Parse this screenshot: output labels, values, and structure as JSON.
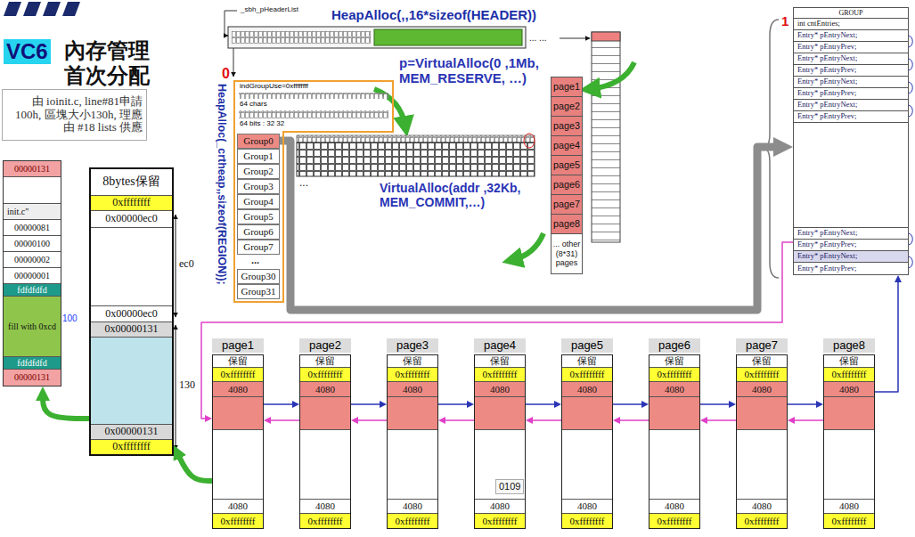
{
  "diagram": {
    "title": "內存管理 首次分配",
    "nodes": [
      {
        "text": [
          "由 ioinit.c, line#81申請 100h, 區塊大小130h, 理應由 #18 lists 供應"
        ]
      },
      {
        "text": [
          "00000131",
          "init.c\"",
          "00000081",
          "00000100",
          "00000002",
          "00000001",
          "fdfdfdfd",
          "fill with 0xcd",
          "fdfdfdfd",
          "00000131"
        ]
      },
      {
        "text": [
          "8bytes保留",
          "0xffffffff",
          "0x00000ec0",
          "0x00000ec0",
          "0x00000131",
          "0x00000131",
          "0xffffffff"
        ]
      },
      {
        "text": [
          "indGroupUse=0xffffffff",
          "64 chars",
          "64 bits : 32 32"
        ]
      },
      {
        "text": [
          "Group0"
        ],
        "in": 3
      },
      {
        "text": [
          "Group1"
        ],
        "in": 3
      },
      {
        "text": [
          "Group2"
        ],
        "in": 3
      },
      {
        "text": [
          "Group3"
        ],
        "in": 3
      },
      {
        "text": [
          "Group4"
        ],
        "in": 3
      },
      {
        "text": [
          "Group5"
        ],
        "in": 3
      },
      {
        "text": [
          "Group6"
        ],
        "in": 3
      },
      {
        "text": [
          "Group7"
        ],
        "in": 3
      },
      {
        "text": [
          "Group30"
        ],
        "in": 3
      },
      {
        "text": [
          "Group31"
        ],
        "in": 3
      },
      {
        "text": [
          "page1",
          "page2",
          "page3",
          "page4",
          "page5",
          "page6",
          "page7",
          "page8",
          "... other (8*31) pages"
        ]
      },
      {
        "text": [
          "GROUP",
          "int cntEntries;",
          "Entry* pEntryNext;",
          "Entry* pEntryPrev;",
          "Entry* pEntryNext;",
          "Entry* pEntryPrev;",
          "Entry* pEntryNext;",
          "Entry* pEntryPrev;",
          "Entry* pEntryNext;",
          "Entry* pEntryPrev;",
          "Entry* pEntryNext;",
          "Entry* pEntryPrev;",
          "Entry* pEntryNext;",
          "Entry* pEntryPrev;"
        ]
      },
      {
        "text": [
          "page1",
          "保留",
          "0xffffffff",
          "4080",
          "4080",
          "0xffffffff"
        ]
      },
      {
        "text": [
          "page2",
          "保留",
          "0xffffffff",
          "4080",
          "4080",
          "0xffffffff"
        ]
      },
      {
        "text": [
          "page3",
          "保留",
          "0xffffffff",
          "4080",
          "4080",
          "0xffffffff"
        ]
      },
      {
        "text": [
          "page4",
          "保留",
          "0xffffffff",
          "4080",
          "4080",
          "0xffffffff"
        ]
      },
      {
        "text": [
          "page5",
          "保留",
          "0xffffffff",
          "4080",
          "4080",
          "0xffffffff"
        ]
      },
      {
        "text": [
          "page6",
          "保留",
          "0xffffffff",
          "4080",
          "4080",
          "0xffffffff"
        ]
      },
      {
        "text": [
          "page7",
          "保留",
          "0xffffffff",
          "4080",
          "4080",
          "0xffffffff"
        ]
      },
      {
        "text": [
          "page8",
          "保留",
          "0xffffffff",
          "4080",
          "4080",
          "0xffffffff"
        ]
      }
    ],
    "edges": [
      {
        "from": 4,
        "to": 15,
        "arrow": "to"
      },
      {
        "from": 15,
        "to": 16,
        "arrow": "to"
      },
      {
        "from": 23,
        "to": 15,
        "arrow": "to"
      },
      {
        "from": 16,
        "to": 17,
        "arrow": "to"
      },
      {
        "from": 17,
        "to": 18,
        "arrow": "to"
      },
      {
        "from": 18,
        "to": 19,
        "arrow": "to"
      },
      {
        "from": 19,
        "to": 20,
        "arrow": "to"
      },
      {
        "from": 20,
        "to": 21,
        "arrow": "to"
      },
      {
        "from": 21,
        "to": 22,
        "arrow": "to"
      },
      {
        "from": 22,
        "to": 23,
        "arrow": "to"
      },
      {
        "from": 17,
        "to": 16,
        "arrow": "to"
      },
      {
        "from": 18,
        "to": 17,
        "arrow": "to"
      },
      {
        "from": 19,
        "to": 18,
        "arrow": "to"
      },
      {
        "from": 20,
        "to": 19,
        "arrow": "to"
      },
      {
        "from": 21,
        "to": 20,
        "arrow": "to"
      },
      {
        "from": 22,
        "to": 21,
        "arrow": "to"
      },
      {
        "from": 23,
        "to": 22,
        "arrow": "to"
      },
      {
        "from": 16,
        "to": 2,
        "arrow": "to"
      },
      {
        "from": 2,
        "to": 1,
        "arrow": "to"
      }
    ],
    "labels": [
      "VC6",
      "100",
      "ec0",
      "130",
      "_sbh_pHeaderList",
      "HeapAlloc(,,16*sizeof(HEADER))",
      "... ...",
      "p=VirtualAlloc(0 ,1Mb, MEM_RESERVE, …)",
      "0",
      "HeapAlloc(_crtheap,,sizeof(REGION));",
      "...",
      "...",
      "VirtualAlloc(addr ,32Kb, MEM_COMMIT,…)",
      "1",
      "0109"
    ]
  }
}
